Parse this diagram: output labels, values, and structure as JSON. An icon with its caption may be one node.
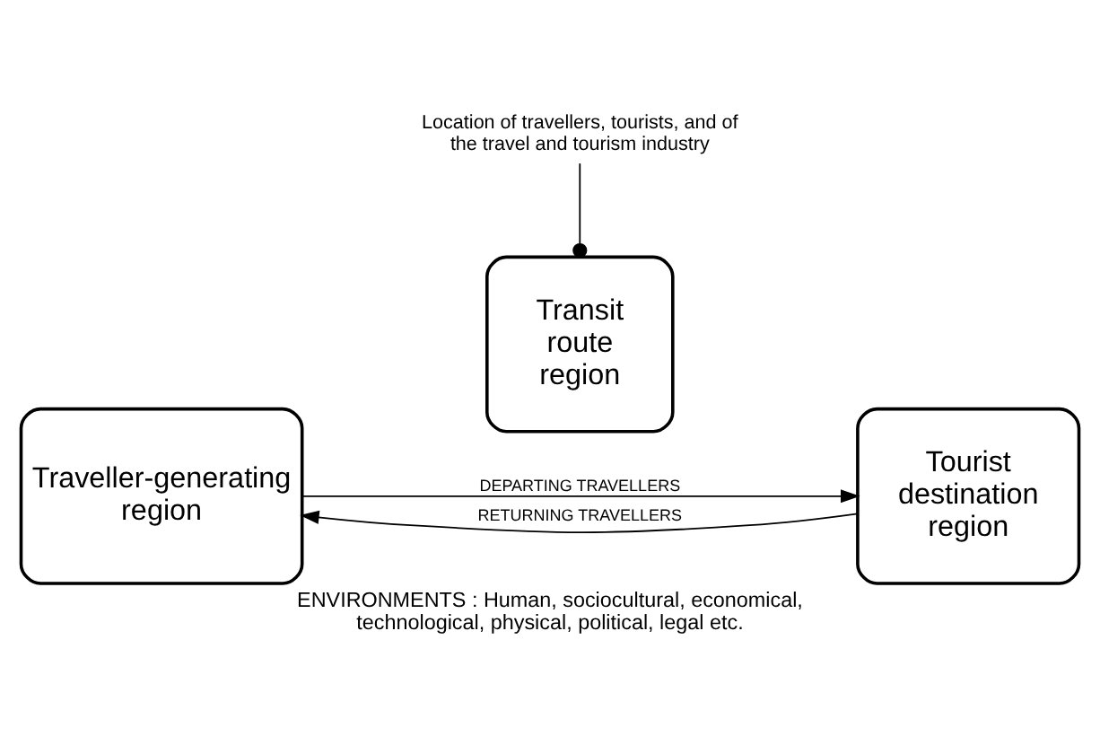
{
  "diagram": {
    "caption": "ENVIRONMENTS : Human, sociocultural, economical, technological, physical, political, legal etc.",
    "nodes": [
      {
        "text": [
          "Traveller-generating region"
        ]
      },
      {
        "text": [
          "Transit route region"
        ]
      },
      {
        "text": [
          "Tourist destination region"
        ]
      },
      {
        "text": [
          "Location of travellers, tourists, and of the travel and tourism industry"
        ]
      }
    ],
    "edges": [
      {
        "from": 0,
        "to": 2,
        "arrow": "to",
        "label": "DEPARTING TRAVELLERS"
      },
      {
        "from": 2,
        "to": 0,
        "arrow": "to",
        "label": "RETURNING TRAVELLERS"
      },
      {
        "from": 3,
        "to": 1,
        "arrow": "other"
      }
    ]
  }
}
